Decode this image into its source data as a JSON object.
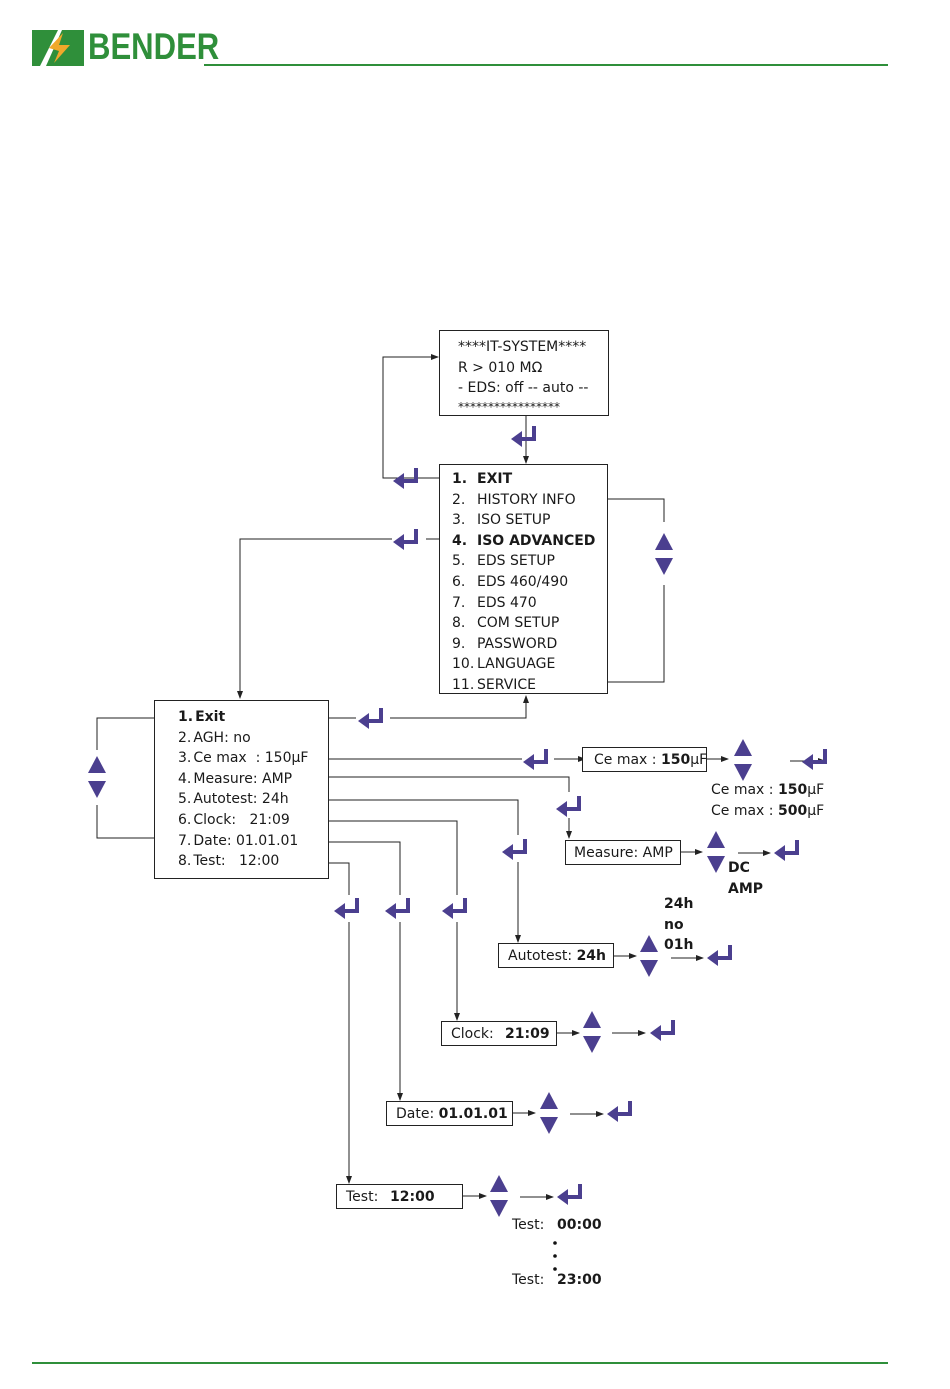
{
  "header": {
    "brand": "BENDER",
    "accent_color": "#2f8f3a",
    "logo_colors": [
      "#2f8f3a",
      "#f0a82a"
    ]
  },
  "display": {
    "title": "****IT-SYSTEM****",
    "resistance": "R > 010 MΩ",
    "eds": "- EDS: off -- auto --",
    "stars": "*****************"
  },
  "main_menu": {
    "items": [
      {
        "num": "1.",
        "label": "EXIT",
        "bold": true
      },
      {
        "num": "2.",
        "label": "HISTORY INFO",
        "bold": false
      },
      {
        "num": "3.",
        "label": "ISO SETUP",
        "bold": false
      },
      {
        "num": "4.",
        "label": "ISO ADVANCED",
        "bold": true
      },
      {
        "num": "5.",
        "label": "EDS SETUP",
        "bold": false
      },
      {
        "num": "6.",
        "label": "EDS 460/490",
        "bold": false
      },
      {
        "num": "7.",
        "label": "EDS 470",
        "bold": false
      },
      {
        "num": "8.",
        "label": "COM SETUP",
        "bold": false
      },
      {
        "num": "9.",
        "label": "PASSWORD",
        "bold": false
      },
      {
        "num": "10.",
        "label": "LANGUAGE",
        "bold": false
      },
      {
        "num": "11.",
        "label": "SERVICE",
        "bold": false
      }
    ]
  },
  "submenu": {
    "items": [
      {
        "num": "1.",
        "label": "Exit",
        "bold": true
      },
      {
        "num": "2.",
        "label": "AGH: no",
        "bold": false
      },
      {
        "num": "3.",
        "label": "Ce max  : 150µF",
        "bold": false
      },
      {
        "num": "4.",
        "label": "Measure: AMP",
        "bold": false
      },
      {
        "num": "5.",
        "label": "Autotest: 24h",
        "bold": false
      },
      {
        "num": "6.",
        "label": "Clock:   21:09",
        "bold": false
      },
      {
        "num": "7.",
        "label": "Date: 01.01.01",
        "bold": false
      },
      {
        "num": "8.",
        "label": "Test:   12:00",
        "bold": false
      }
    ]
  },
  "ce_max": {
    "label": "Ce max : ",
    "value": "150",
    "unit": "µF",
    "option1_label": "Ce max : ",
    "option1_value": "150",
    "option1_unit": "µF",
    "option2_label": "Ce max : ",
    "option2_value": "500",
    "option2_unit": "µF"
  },
  "measure": {
    "label": "Measure: AMP",
    "options": [
      "DC",
      "AMP"
    ]
  },
  "autotest": {
    "label": "Autotest: ",
    "value": "24h",
    "options": [
      "24h",
      "no",
      "01h"
    ]
  },
  "clock": {
    "label": "Clock:",
    "value": "21:09"
  },
  "date": {
    "label": "Date: ",
    "value": "01.01.01"
  },
  "test": {
    "label": "Test:",
    "value": "12:00",
    "range_start_label": "Test:",
    "range_start_value": "00:00",
    "range_end_label": "Test:",
    "range_end_value": "23:00"
  },
  "colors": {
    "arrow": "#4b3f8f",
    "line": "#222222"
  }
}
